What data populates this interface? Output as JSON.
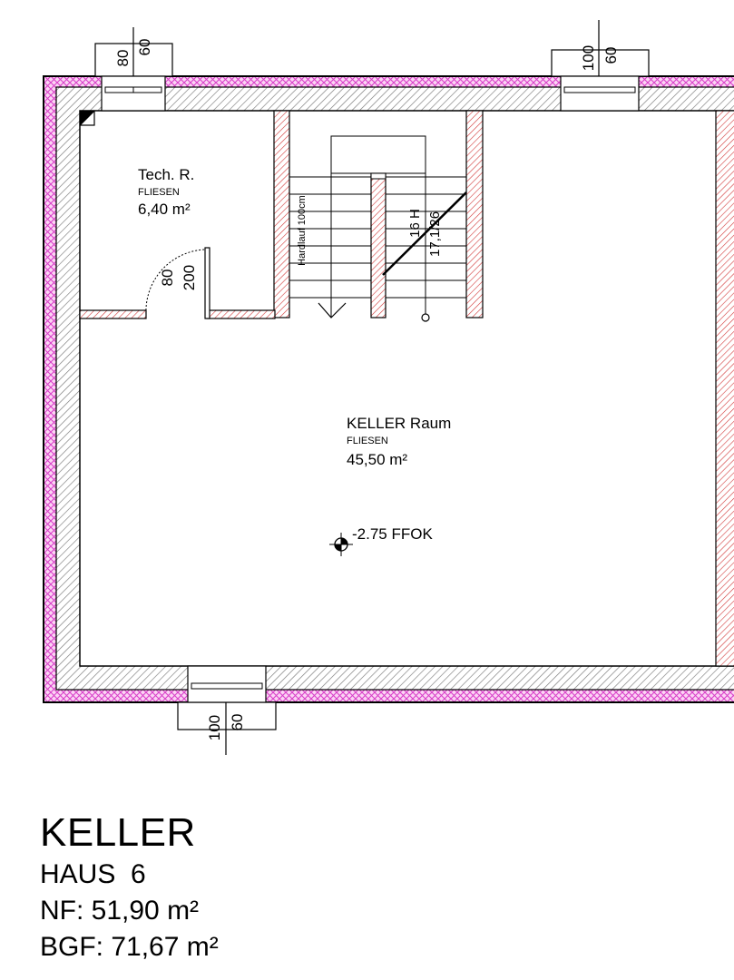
{
  "windows": [
    {
      "width": "80",
      "height": "60"
    },
    {
      "width": "100",
      "height": "60"
    },
    {
      "width": "100",
      "height": "60"
    }
  ],
  "rooms": {
    "tech": {
      "name": "Tech. R.",
      "floor": "FLIESEN",
      "area": "6,40 m²"
    },
    "keller": {
      "name": "KELLER Raum",
      "floor": "FLIESEN",
      "area": "45,50 m²"
    }
  },
  "door": {
    "width": "80",
    "height": "200"
  },
  "stair": {
    "handrail": "Hardlauf 100cm",
    "steps": "16 H",
    "ratio": "17,1/26"
  },
  "level": {
    "label": "-2.75 FFOK"
  },
  "legend": {
    "title": "KELLER",
    "house": "HAUS  6",
    "nf": "NF: 51,90 m²",
    "bgf": "BGF: 71,67 m²"
  },
  "colors": {
    "insulation": "#e44fd6",
    "brick": "#d23a3a",
    "concrete": "#888888"
  }
}
